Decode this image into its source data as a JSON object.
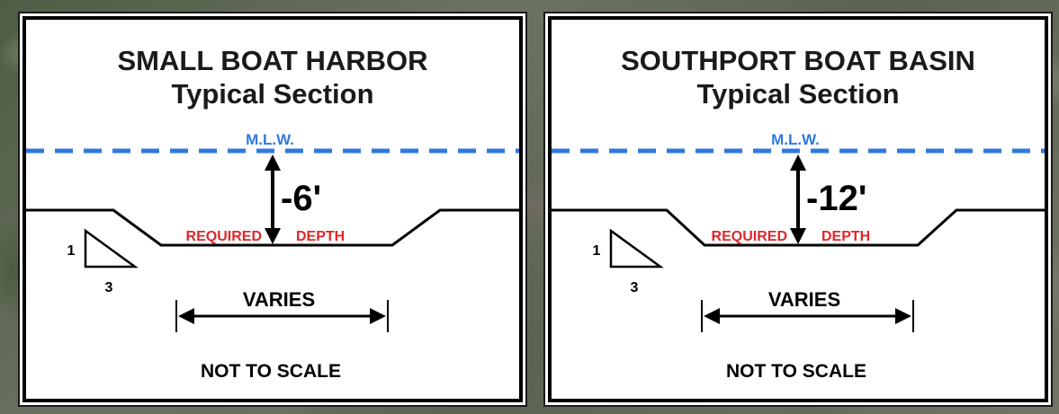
{
  "colors": {
    "water_line": "#2f79e0",
    "required_depth": "#e0262b",
    "ink": "#000000",
    "panel_bg": "#ffffff"
  },
  "panels": [
    {
      "title_line1": "SMALL BOAT HARBOR",
      "title_line2": "Typical Section",
      "water_label": "M.L.W.",
      "depth": "-6'",
      "required_label": "REQUIRED",
      "depth_label": "DEPTH",
      "slope_rise": "1",
      "slope_run": "3",
      "width_label": "VARIES",
      "scale_note": "NOT TO SCALE"
    },
    {
      "title_line1": "SOUTHPORT BOAT BASIN",
      "title_line2": "Typical Section",
      "water_label": "M.L.W.",
      "depth": "-12'",
      "required_label": "REQUIRED",
      "depth_label": "DEPTH",
      "slope_rise": "1",
      "slope_run": "3",
      "width_label": "VARIES",
      "scale_note": "NOT TO SCALE"
    }
  ]
}
